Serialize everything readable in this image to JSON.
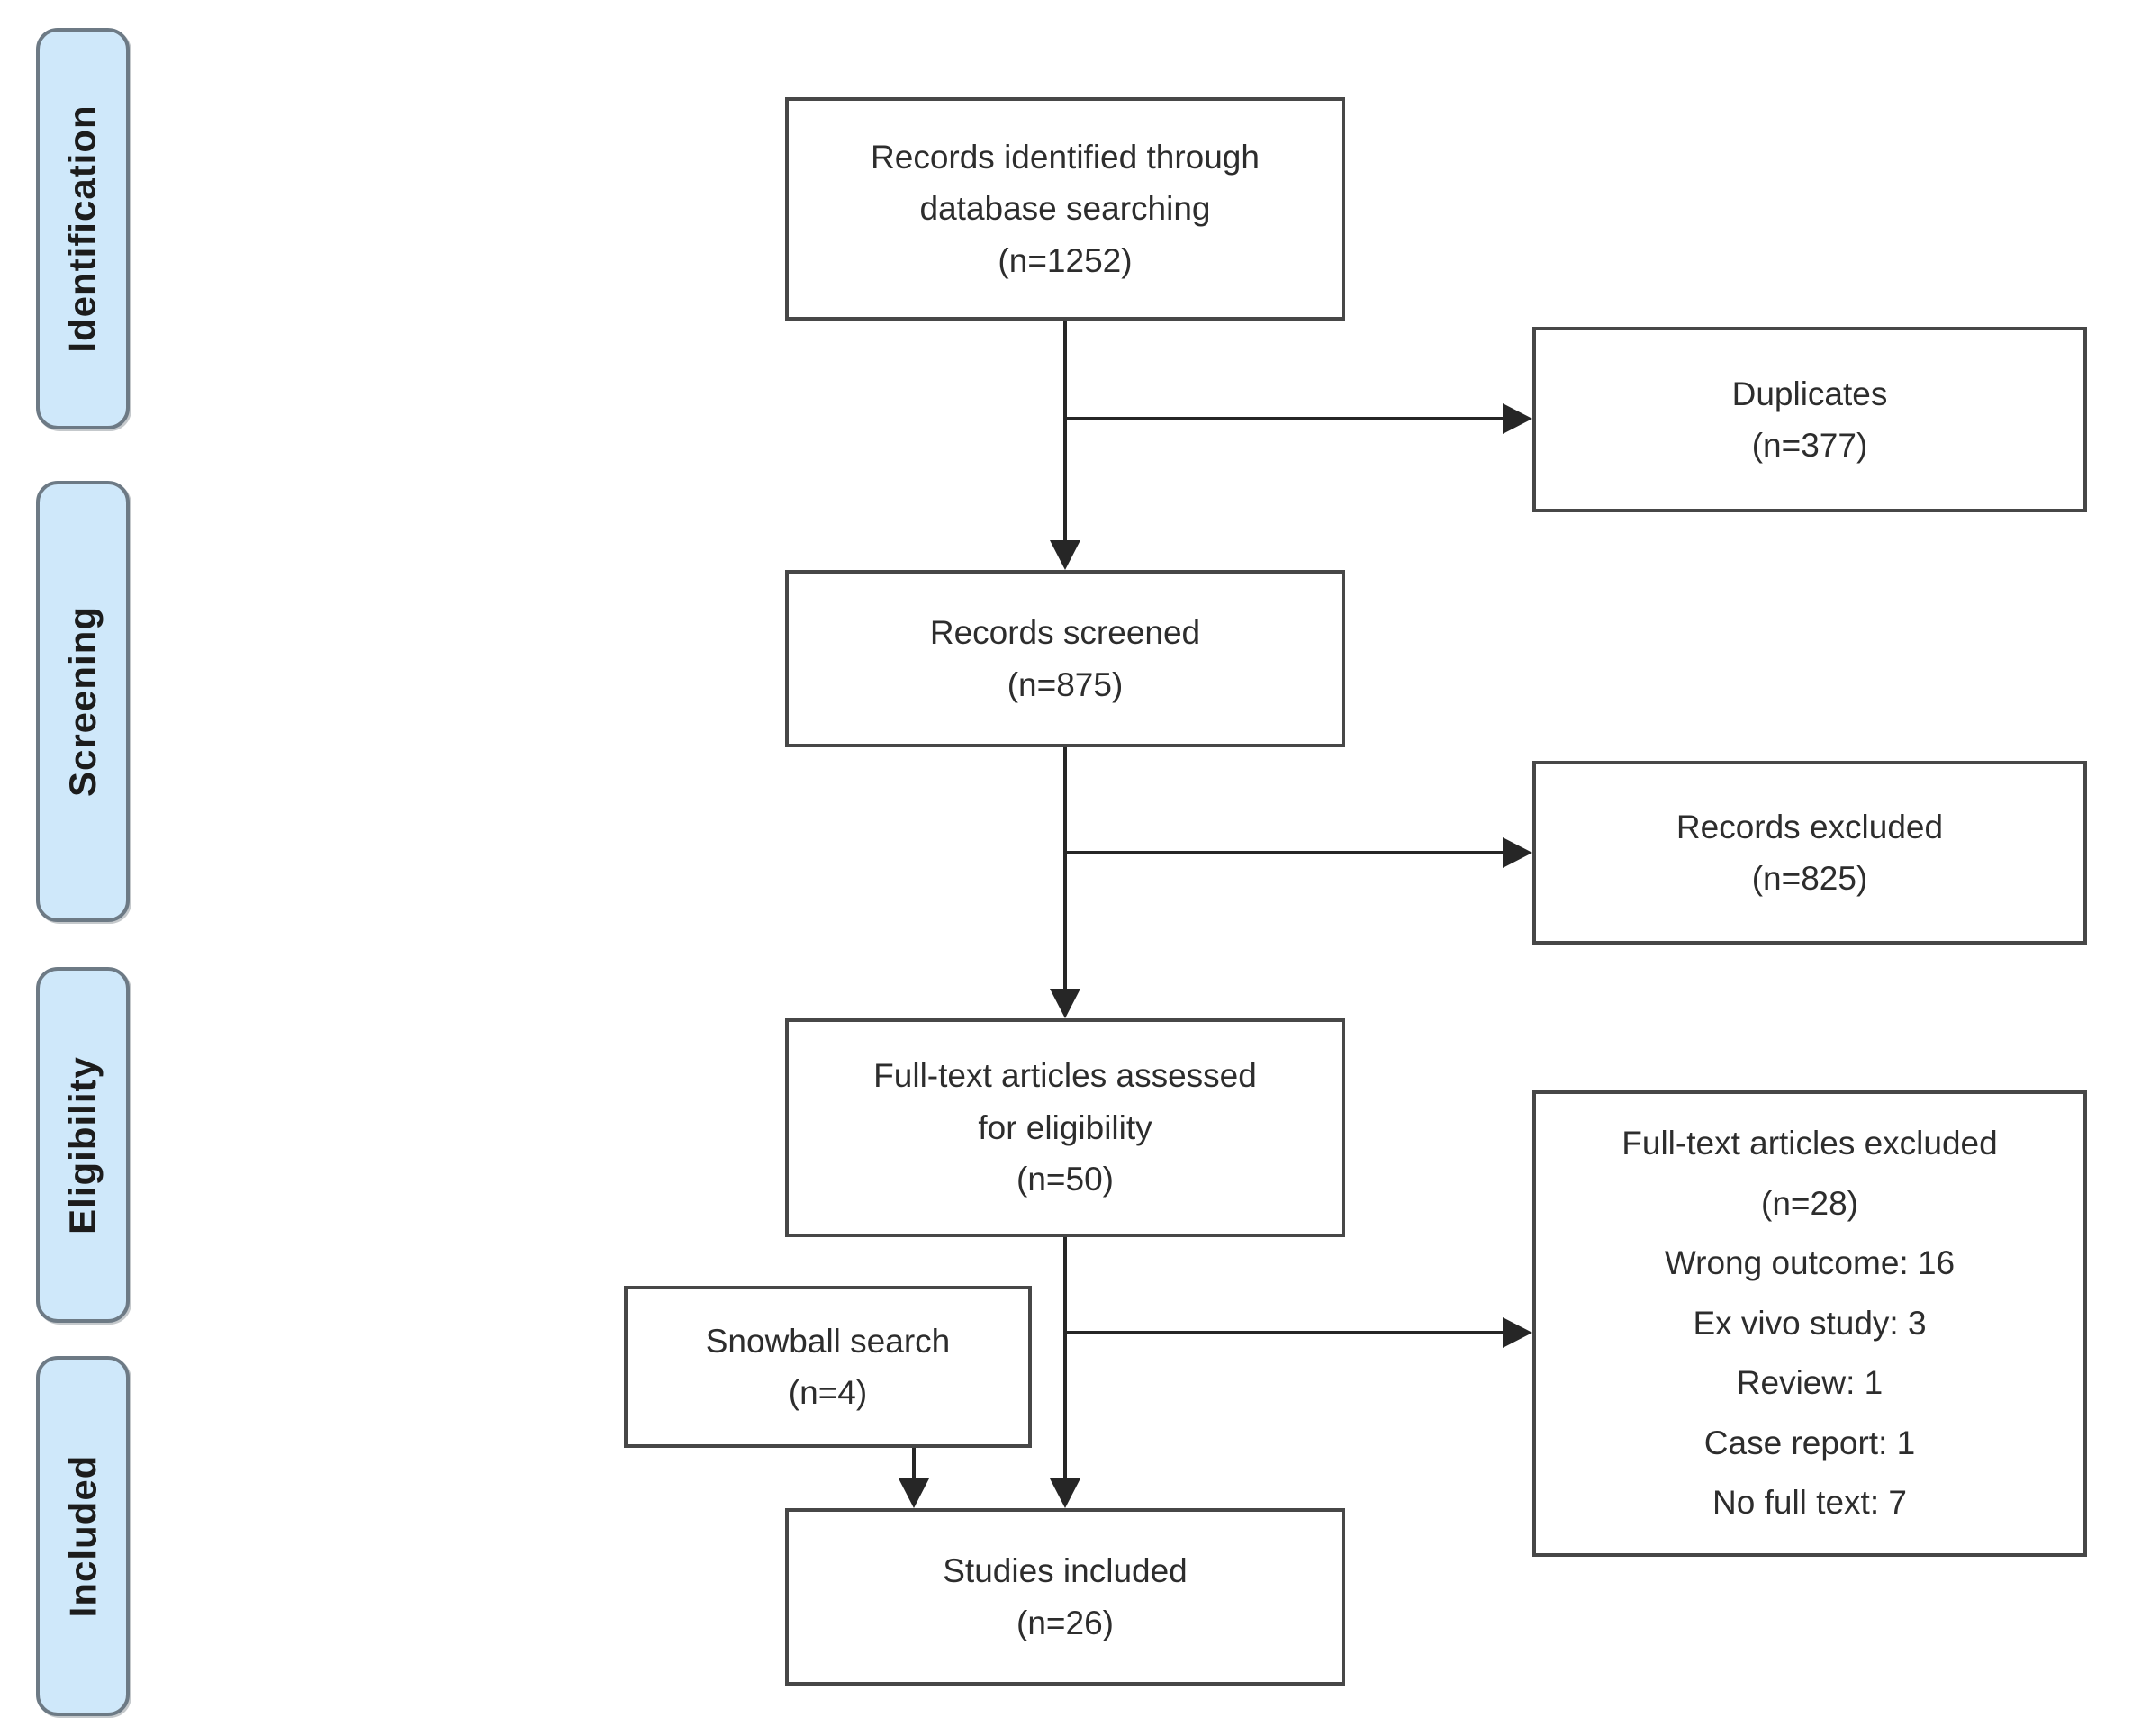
{
  "palette": {
    "page_bg": "#ffffff",
    "stage_fill": "#cfe8fa",
    "stage_border": "#6d7a85",
    "node_fill": "#ffffff",
    "node_border": "#474747",
    "arrow": "#262626",
    "text": "#2d2d2d"
  },
  "stages": [
    {
      "id": "identification",
      "label": "Identification"
    },
    {
      "id": "screening",
      "label": "Screening"
    },
    {
      "id": "eligibility",
      "label": "Eligibility"
    },
    {
      "id": "included",
      "label": "Included"
    }
  ],
  "nodes": {
    "records_identified": {
      "n": 1252,
      "lines": [
        "Records identified through",
        "database searching",
        "(n=1252)"
      ]
    },
    "duplicates": {
      "n": 377,
      "lines": [
        "Duplicates",
        "(n=377)"
      ]
    },
    "records_screened": {
      "n": 875,
      "lines": [
        "Records screened",
        "(n=875)"
      ]
    },
    "records_excluded": {
      "n": 825,
      "lines": [
        "Records excluded",
        "(n=825)"
      ]
    },
    "fulltext_assessed": {
      "n": 50,
      "lines": [
        "Full-text articles assessed",
        "for eligibility",
        "(n=50)"
      ]
    },
    "fulltext_excluded": {
      "n": 28,
      "lines": [
        "Full-text articles excluded",
        "(n=28)",
        "Wrong outcome: 16",
        "Ex vivo study: 3",
        "Review: 1",
        "Case report: 1",
        "No full text: 7"
      ],
      "reasons": [
        {
          "label": "Wrong outcome",
          "count": 16
        },
        {
          "label": "Ex vivo study",
          "count": 3
        },
        {
          "label": "Review",
          "count": 1
        },
        {
          "label": "Case report",
          "count": 1
        },
        {
          "label": "No full text",
          "count": 7
        }
      ]
    },
    "snowball": {
      "n": 4,
      "lines": [
        "Snowball search",
        "(n=4)"
      ]
    },
    "studies_included": {
      "n": 26,
      "lines": [
        "Studies included",
        "(n=26)"
      ]
    }
  },
  "edges": [
    {
      "from": "records_identified",
      "to": "records_screened"
    },
    {
      "from": "records_identified",
      "to": "duplicates"
    },
    {
      "from": "records_screened",
      "to": "fulltext_assessed"
    },
    {
      "from": "records_screened",
      "to": "records_excluded"
    },
    {
      "from": "fulltext_assessed",
      "to": "studies_included"
    },
    {
      "from": "fulltext_assessed",
      "to": "fulltext_excluded"
    },
    {
      "from": "snowball",
      "to": "studies_included"
    }
  ]
}
